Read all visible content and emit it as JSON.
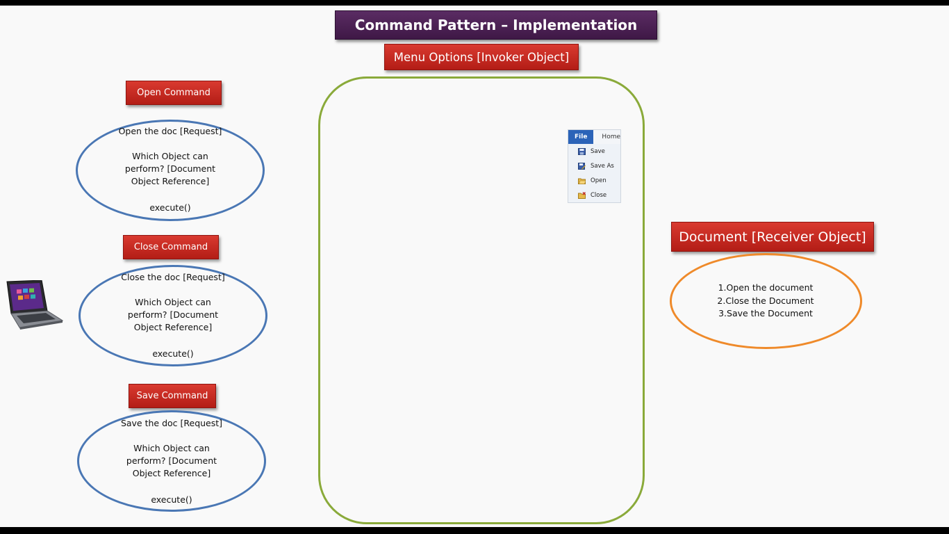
{
  "title": "Command Pattern – Implementation",
  "invoker": {
    "label": "Menu Options [Invoker Object]",
    "menu": {
      "tabs": [
        "File",
        "Home"
      ],
      "items": [
        "Save",
        "Save As",
        "Open",
        "Close"
      ]
    }
  },
  "commands": [
    {
      "label": "Open Command",
      "request": "Open the doc [Request]",
      "question_lines": [
        "Which  Object can",
        "perform? [Document",
        "Object Reference]"
      ],
      "method": "execute()"
    },
    {
      "label": "Close Command",
      "request": "Close the doc [Request]",
      "question_lines": [
        "Which  Object can",
        "perform? [Document",
        "Object Reference]"
      ],
      "method": "execute()"
    },
    {
      "label": "Save Command",
      "request": "Save the doc [Request]",
      "question_lines": [
        "Which  Object can",
        "perform? [Document",
        "Object Reference]"
      ],
      "method": "execute()"
    }
  ],
  "receiver": {
    "label": "Document [Receiver Object]",
    "items": [
      "1.Open the document",
      "2.Close the Document",
      "3.Save the Document"
    ]
  },
  "colors": {
    "title_bg": "#4a2052",
    "label_red": "#c0281f",
    "command_ellipse": "#4a77b4",
    "receiver_ellipse": "#ef8a2a",
    "invoker_frame": "#8aaa3a"
  },
  "icons": [
    "laptop-icon",
    "save-icon",
    "save-as-icon",
    "open-folder-icon",
    "close-folder-icon"
  ]
}
